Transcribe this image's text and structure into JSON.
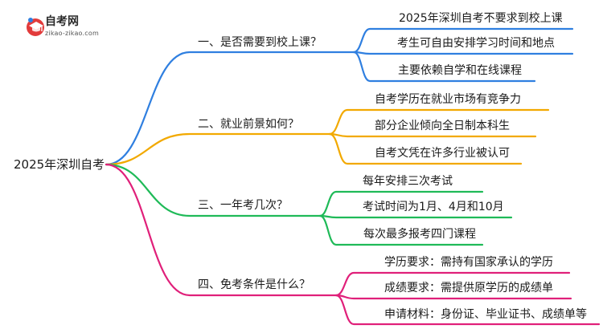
{
  "logo": {
    "name": "自考网",
    "domain": "zikao-zikao.com"
  },
  "root": "2025年深圳自考",
  "branches": [
    {
      "label": "一、是否需要到校上课？",
      "color": "#2f7fe0",
      "children": [
        "2025年深圳自考不要求到校上课",
        "考生可自由安排学习时间和地点",
        "主要依赖自学和在线课程"
      ]
    },
    {
      "label": "二、就业前景如何？",
      "color": "#f2a900",
      "children": [
        "自考学历在就业市场有竞争力",
        "部分企业倾向全日制本科生",
        "自考文凭在许多行业被认可"
      ]
    },
    {
      "label": "三、一年考几次？",
      "color": "#1fba58",
      "children": [
        "每年安排三次考试",
        "考试时间为1月、4月和10月",
        "每次最多报考四门课程"
      ]
    },
    {
      "label": "四、免考条件是什么？",
      "color": "#e0207a",
      "children": [
        "学历要求：需持有国家承认的学历",
        "成绩要求：需提供原学历的成绩单",
        "申请材料：身份证、毕业证书、成绩单等"
      ]
    }
  ]
}
